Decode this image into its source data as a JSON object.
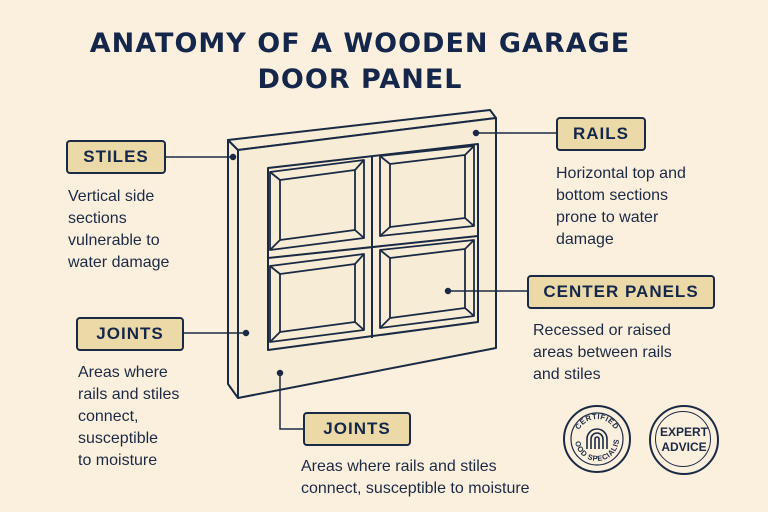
{
  "title_lines": [
    "ANATOMY OF A WOODEN GARAGE",
    "DOOR PANEL"
  ],
  "labels": {
    "stiles": {
      "tag": "STILES",
      "desc_lines": [
        "Vertical side",
        "sections",
        "vulnerable to",
        "water damage"
      ]
    },
    "rails": {
      "tag": "RAILS",
      "desc_lines": [
        "Horizontal top and",
        "bottom sections",
        "prone to water",
        "damage"
      ]
    },
    "joints_left": {
      "tag": "JOINTS",
      "desc_lines": [
        "Areas where",
        "rails and stiles",
        "connect,",
        "susceptible",
        "to moisture"
      ]
    },
    "center_panels": {
      "tag": "CENTER PANELS",
      "desc_lines": [
        "Recessed or raised",
        "areas between rails",
        "and stiles"
      ]
    },
    "joints_bottom": {
      "tag": "JOINTS",
      "desc_lines": [
        "Areas where rails and stiles",
        "connect, susceptible to moisture"
      ]
    }
  },
  "badges": {
    "certified": {
      "top_text": "CERTIFIED",
      "bottom_text": "WOOD SPECIALIST"
    },
    "expert": {
      "lines": [
        "EXPERT",
        "ADVICE"
      ]
    }
  },
  "colors": {
    "background": "#fbf0de",
    "ink": "#1b2a44",
    "tag_fill": "#ecd9a8",
    "wood": "#f7ecd6"
  }
}
